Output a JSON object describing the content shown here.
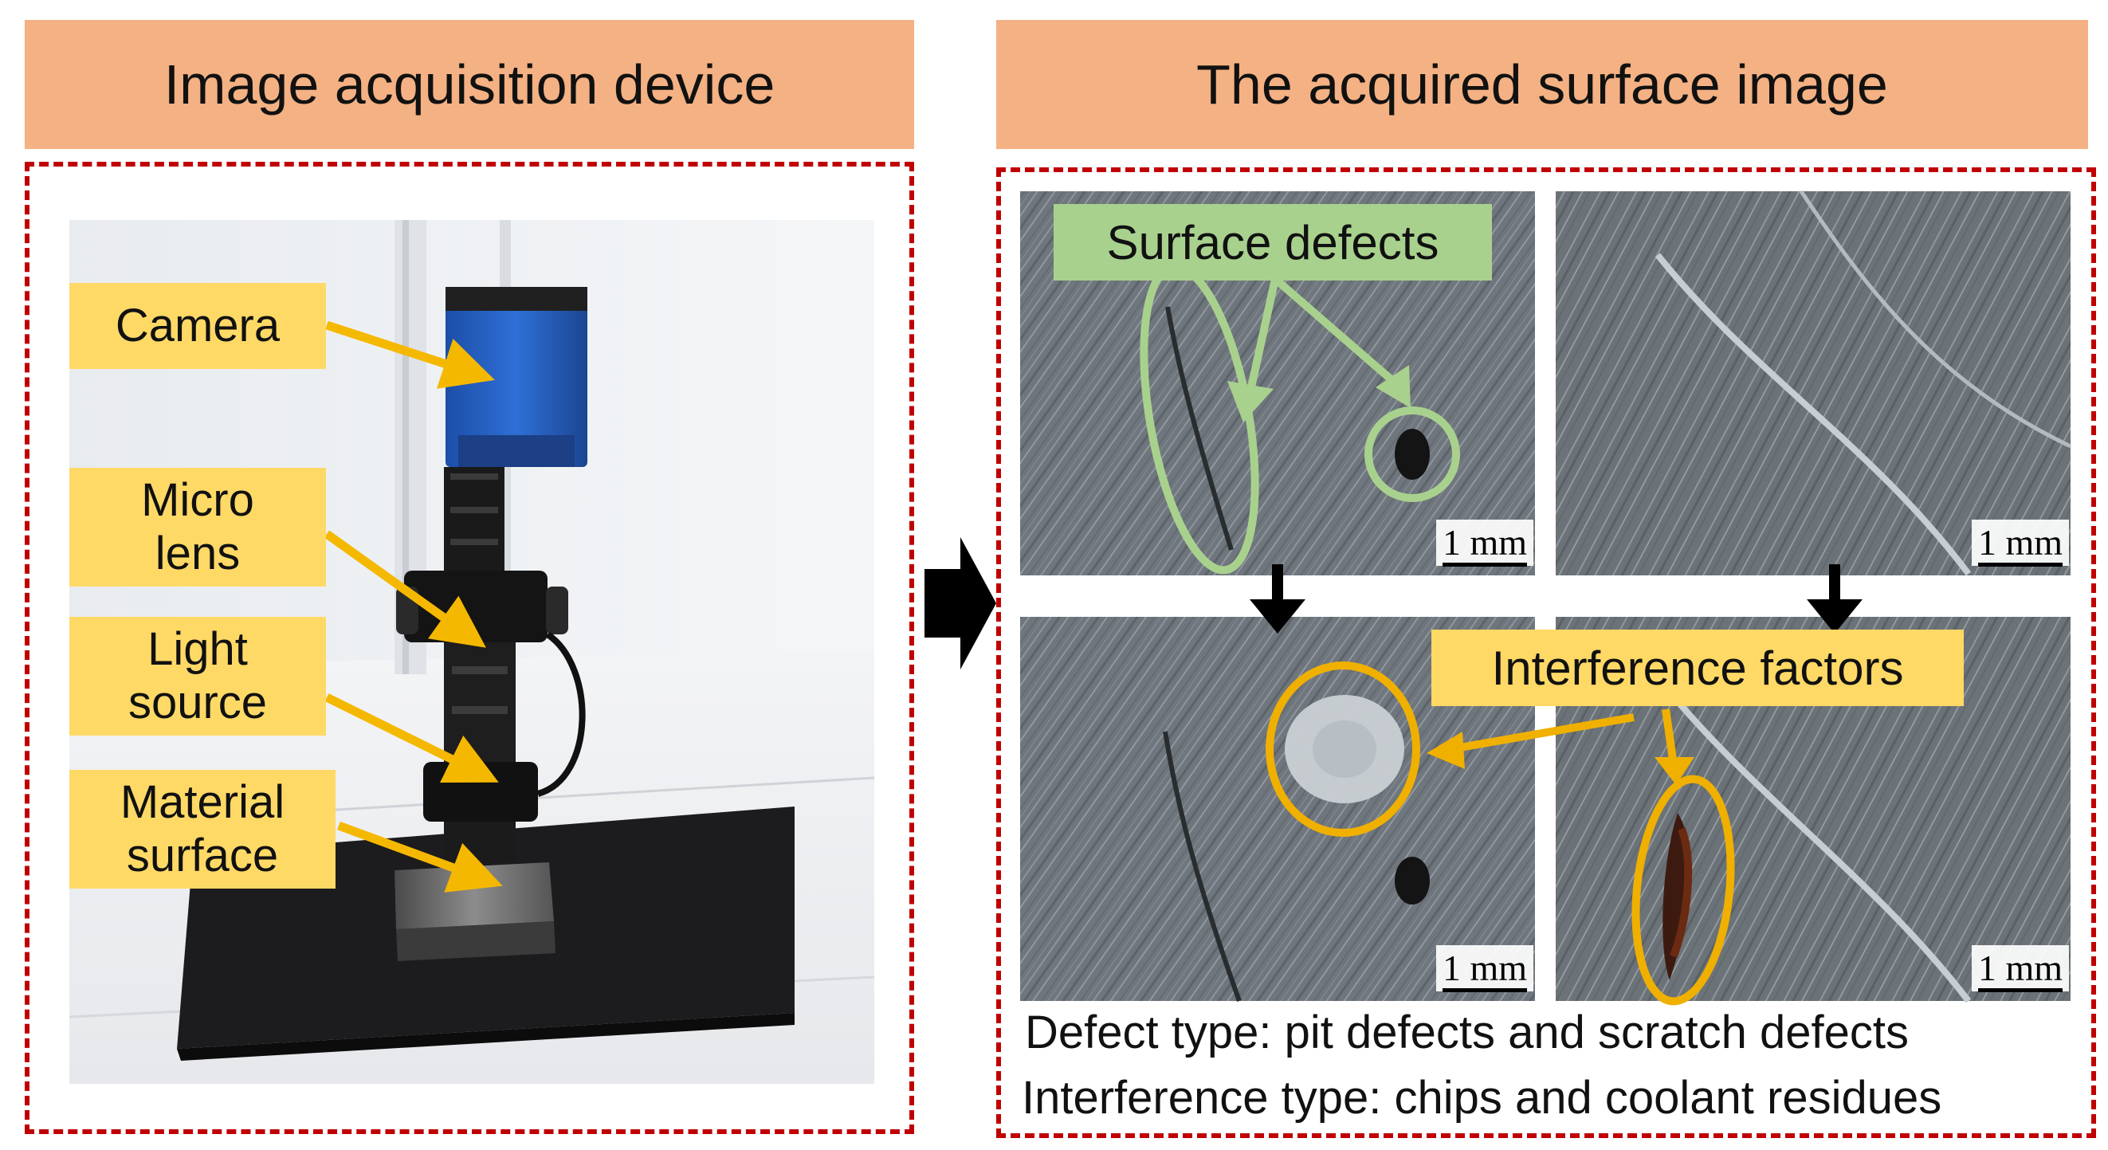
{
  "headers": {
    "left": "Image acquisition device",
    "right": "The acquired surface image"
  },
  "device_labels": {
    "camera": "Camera",
    "micro_lens_line1": "Micro",
    "micro_lens_line2": "lens",
    "light_source_line1": "Light",
    "light_source_line2": "source",
    "material_surface_line1": "Material",
    "material_surface_line2": "surface"
  },
  "surface_panel": {
    "defects_label": "Surface defects",
    "interference_label": "Interference factors",
    "scale_bar": "1 mm",
    "caption_defect": "Defect type: pit defects and scratch defects",
    "caption_interference": "Interference type: chips and coolant residues"
  },
  "colors": {
    "header_bg": "#f4b183",
    "border_dashed": "#c00000",
    "label_yellow": "#ffd966",
    "arrow_gold": "#f5b800",
    "defect_green": "#a9d18e",
    "interference_orange": "#f0b000"
  }
}
